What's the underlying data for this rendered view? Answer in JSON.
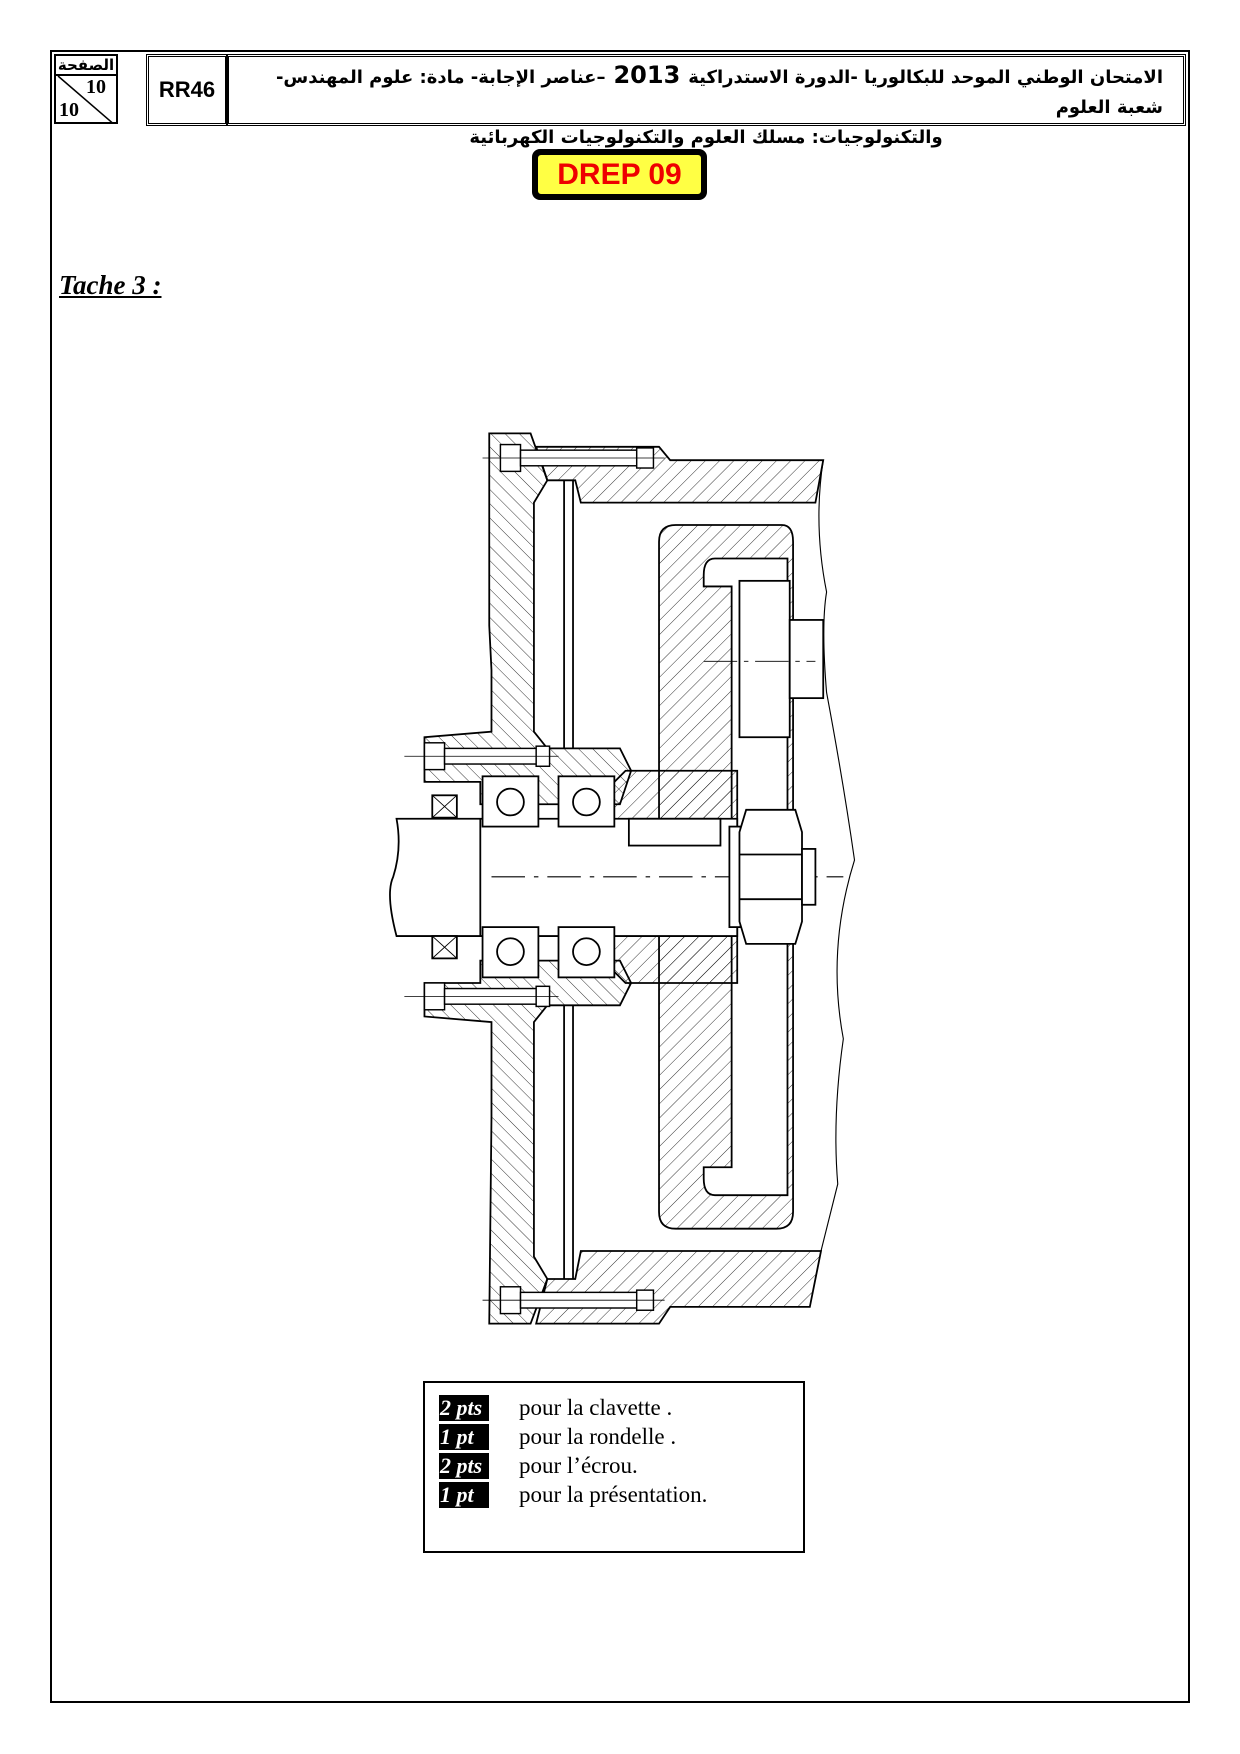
{
  "header": {
    "page_label": "الصفحة",
    "page_current": "10",
    "page_total": "10",
    "code": "RR46",
    "title_part1": "الامتحان الوطني الموحد للبكالوريا -الدورة الاستدراكية",
    "year": "2013",
    "title_part2": "–عناصر الإجابة- مادة: علوم المهندس- شعبة العلوم",
    "title_line2": "والتكنولوجيات: مسلك العلوم والتكنولوجيات الكهربائية"
  },
  "badge": {
    "label": "DREP 09",
    "text_color": "#e00000",
    "bg_color": "#ffff44"
  },
  "task_title": "Tache 3 :",
  "scoring": [
    {
      "points": "2 pts",
      "text": "pour la clavette ."
    },
    {
      "points": "1 pt",
      "text": "pour la rondelle ."
    },
    {
      "points": "2 pts",
      "text": "pour l’écrou."
    },
    {
      "points": "1 pt",
      "text": "pour la présentation."
    }
  ]
}
